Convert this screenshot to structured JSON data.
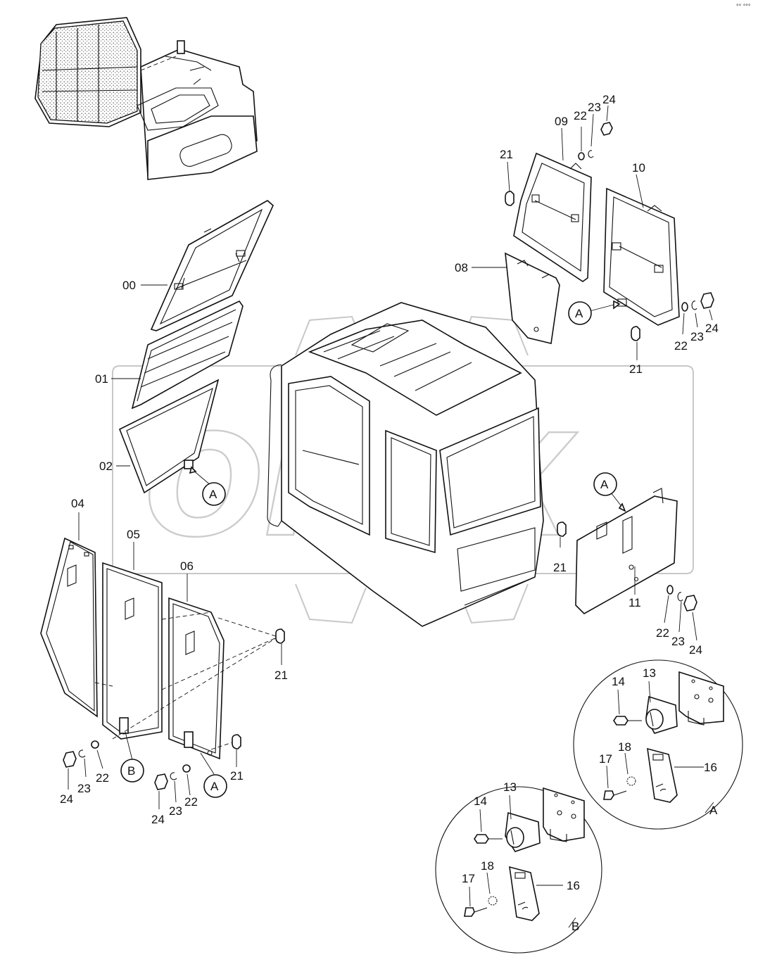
{
  "watermark": {
    "text": "OPEX"
  },
  "corner_mark": "°° °°°",
  "callouts": [
    {
      "text": "00"
    },
    {
      "text": "01"
    },
    {
      "text": "02"
    },
    {
      "text": "04"
    },
    {
      "text": "05"
    },
    {
      "text": "06"
    },
    {
      "text": "08"
    },
    {
      "text": "09"
    },
    {
      "text": "10"
    },
    {
      "text": "11"
    },
    {
      "text": "21"
    },
    {
      "text": "21"
    },
    {
      "text": "21"
    },
    {
      "text": "21"
    },
    {
      "text": "21"
    },
    {
      "text": "22"
    },
    {
      "text": "23"
    },
    {
      "text": "24"
    },
    {
      "text": "22"
    },
    {
      "text": "23"
    },
    {
      "text": "24"
    },
    {
      "text": "22"
    },
    {
      "text": "23"
    },
    {
      "text": "24"
    },
    {
      "text": "22"
    },
    {
      "text": "23"
    },
    {
      "text": "24"
    },
    {
      "text": "22"
    },
    {
      "text": "23"
    },
    {
      "text": "24"
    },
    {
      "text": "13"
    },
    {
      "text": "14"
    },
    {
      "text": "16"
    },
    {
      "text": "17"
    },
    {
      "text": "18"
    },
    {
      "text": "13"
    },
    {
      "text": "14"
    },
    {
      "text": "16"
    },
    {
      "text": "17"
    },
    {
      "text": "18"
    }
  ],
  "circle_markers": [
    {
      "text": "A"
    },
    {
      "text": "A"
    },
    {
      "text": "A"
    },
    {
      "text": "A"
    },
    {
      "text": "B"
    }
  ],
  "detail_views": [
    {
      "label": "A"
    },
    {
      "label": "B"
    }
  ]
}
